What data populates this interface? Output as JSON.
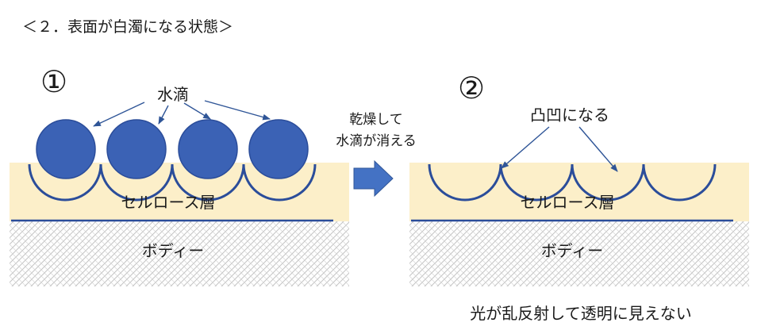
{
  "title": "＜２．表面が白濁になる状態＞",
  "panel1": {
    "number": "①",
    "water_label": "水滴",
    "layer_label": "セルロース層",
    "body_label": "ボディー"
  },
  "transition": {
    "line1": "乾燥して",
    "line2": "水滴が消える"
  },
  "panel2": {
    "number": "②",
    "uneven_label": "凸凹になる",
    "layer_label": "セルロース層",
    "body_label": "ボディー",
    "caption": "光が乱反射して透明に見えない"
  },
  "colors": {
    "cellulose": "#FCEFC9",
    "droplet_fill": "#3B62B5",
    "outline": "#2B4D9A",
    "arrow_fill": "#4472C4",
    "hatch": "#BDBDBD"
  }
}
